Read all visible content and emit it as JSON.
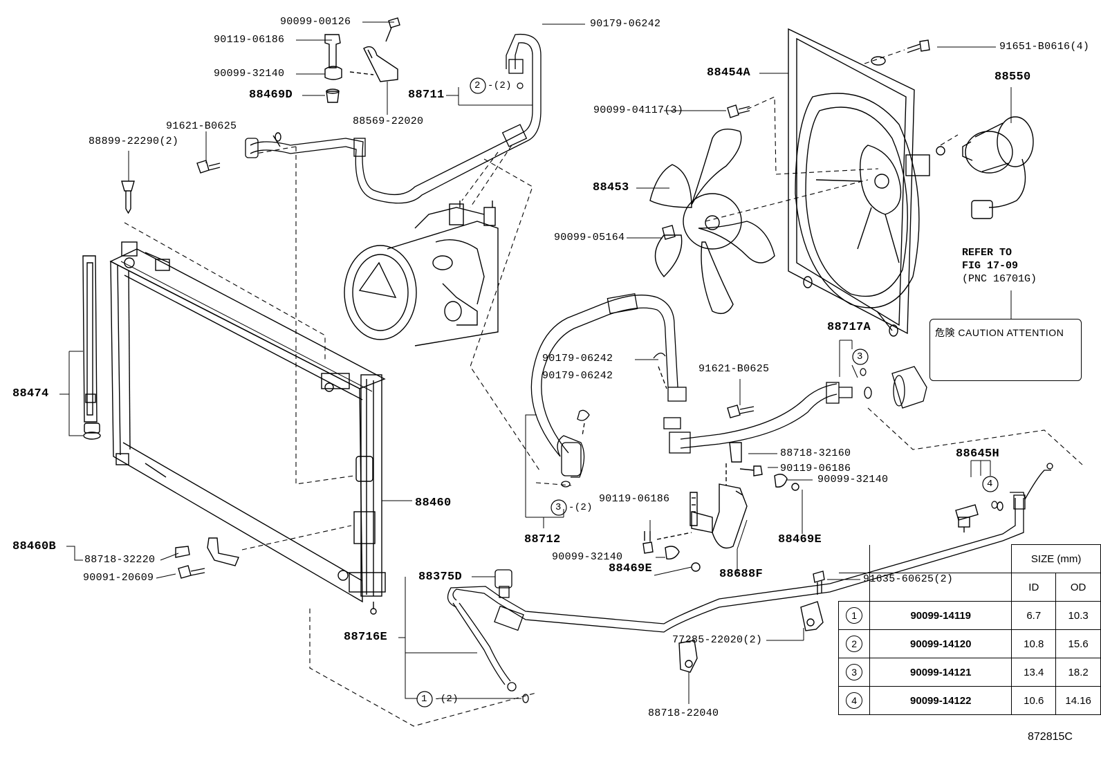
{
  "labels": {
    "l_90099_00126": "90099-00126",
    "l_90179_06242_top": "90179-06242",
    "l_90119_06186_top": "90119-06186",
    "l_90099_32140_top": "90099-32140",
    "l_88469D": "88469D",
    "l_88711": "88711",
    "l_88711_qty": "-(2)",
    "l_88569_22020": "88569-22020",
    "l_91621_B0625_top": "91621-B0625",
    "l_88899_22290": "88899-22290(2)",
    "l_88454A": "88454A",
    "l_91651_B0616": "91651-B0616(4)",
    "l_88550": "88550",
    "l_90099_04117": "90099-04117(3)",
    "l_88453": "88453",
    "l_90099_05164": "90099-05164",
    "l_88474": "88474",
    "l_90179_06242_a": "90179-06242",
    "l_90179_06242_b": "90179-06242",
    "l_91621_B0625_mid": "91621-B0625",
    "l_88717A": "88717A",
    "l_88718_32160": "88718-32160",
    "l_90119_06186_mid": "90119-06186",
    "l_90099_32140_mid": "90099-32140",
    "l_88469E_a": "88469E",
    "l_88645H": "88645H",
    "l_88460": "88460",
    "l_90119_06186_low": "90119-06186",
    "l_88712_qty": "-(2)",
    "l_88712": "88712",
    "l_88460B": "88460B",
    "l_88718_32220": "88718-32220",
    "l_90091_20609": "90091-20609",
    "l_90099_32140_low": "90099-32140",
    "l_88469E_b": "88469E",
    "l_88688F": "88688F",
    "l_88375D": "88375D",
    "l_91635_60625": "91635-60625(2)",
    "l_88716E": "88716E",
    "l_77285_22020": "77285-22020(2)",
    "l_88716E_qty": "-(2)",
    "l_88718_22040": "88718-22040"
  },
  "callouts": {
    "c_88711": "2",
    "c_88717A": "3",
    "c_88712": "3",
    "c_88645H": "4",
    "c_88716E": "1"
  },
  "refer_note": {
    "line1": "REFER TO",
    "line2": "FIG 17-09",
    "line3": "(PNC 16701G)"
  },
  "caution_label": "危険 CAUTION ATTENTION",
  "size_table": {
    "header": "SIZE (mm)",
    "col_id": "ID",
    "col_od": "OD",
    "rows": [
      {
        "mark": "1",
        "part": "90099-14119",
        "id": "6.7",
        "od": "10.3"
      },
      {
        "mark": "2",
        "part": "90099-14120",
        "id": "10.8",
        "od": "15.6"
      },
      {
        "mark": "3",
        "part": "90099-14121",
        "id": "13.4",
        "od": "18.2"
      },
      {
        "mark": "4",
        "part": "90099-14122",
        "id": "10.6",
        "od": "14.16"
      }
    ]
  },
  "diagram_code": "872815C"
}
